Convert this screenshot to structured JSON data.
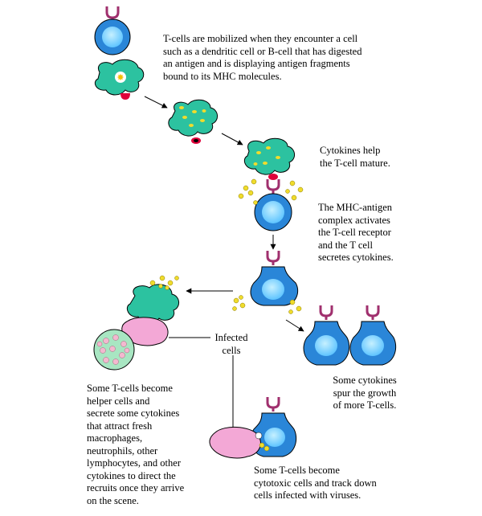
{
  "captions": {
    "mobilized": "T-cells are mobilized when they encounter a cell\nsuch as a dendritic cell or B-cell that has digested\nan antigen and is displaying antigen fragments\nbound to its MHC molecules.",
    "cytokines_help": "Cytokines help\nthe T-cell mature.",
    "mhc_activates": "The MHC-antigen\ncomplex activates\nthe T-cell receptor\nand the T cell\nsecretes cytokines.",
    "infected_cells": "Infected\ncells",
    "growth": "Some cytokines\nspur the growth\nof more T-cells.",
    "helper": "Some T-cells become\nhelper cells and\nsecrete some cytokines\nthat attract fresh\nmacrophages,\nneutrophils, other\nlymphocytes, and other\ncytokines to direct the\nrecruits once they arrive\non the scene.",
    "cytotoxic": "Some T-cells become\ncytotoxic cells and track down\ncells infected with viruses."
  },
  "colors": {
    "tcell": "#2a86d8",
    "tcell_nucleus": "#7fd3ff",
    "dendritic": "#2cc2a0",
    "antigen": "#f0dc2c",
    "receptor": "#a0306e",
    "mhc": "#e0003a",
    "infected": "#f3a8d6",
    "macrophage": "#a8e6c2",
    "macrophage_dots": "#f3b8cf"
  }
}
